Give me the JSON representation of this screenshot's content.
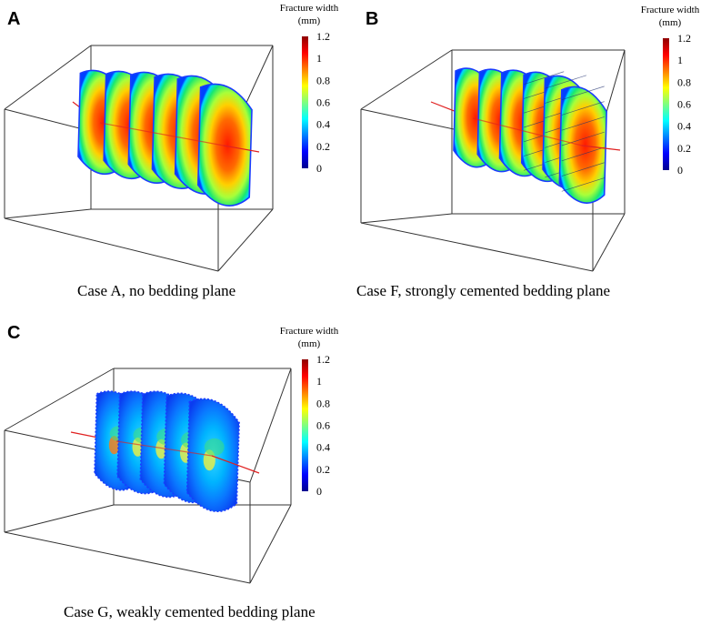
{
  "colors": {
    "jet": [
      "#00008f",
      "#0000ff",
      "#007fff",
      "#00ffff",
      "#7fff7f",
      "#ffff00",
      "#ff7f00",
      "#ff0000",
      "#8f0000"
    ]
  },
  "legend": {
    "title_line1": "Fracture width",
    "title_line2": "(mm)",
    "ticks": [
      "1.2",
      "1",
      "0.8",
      "0.6",
      "0.4",
      "0.2",
      "0"
    ]
  },
  "panels": [
    {
      "id": "a",
      "letter": "A",
      "caption": "Case A, no bedding plane",
      "variant": "no-bedding"
    },
    {
      "id": "b",
      "letter": "B",
      "caption": "Case F, strongly cemented bedding plane",
      "variant": "strong"
    },
    {
      "id": "c",
      "letter": "C",
      "caption": "Case G, weakly cemented bedding plane",
      "variant": "weak"
    }
  ]
}
